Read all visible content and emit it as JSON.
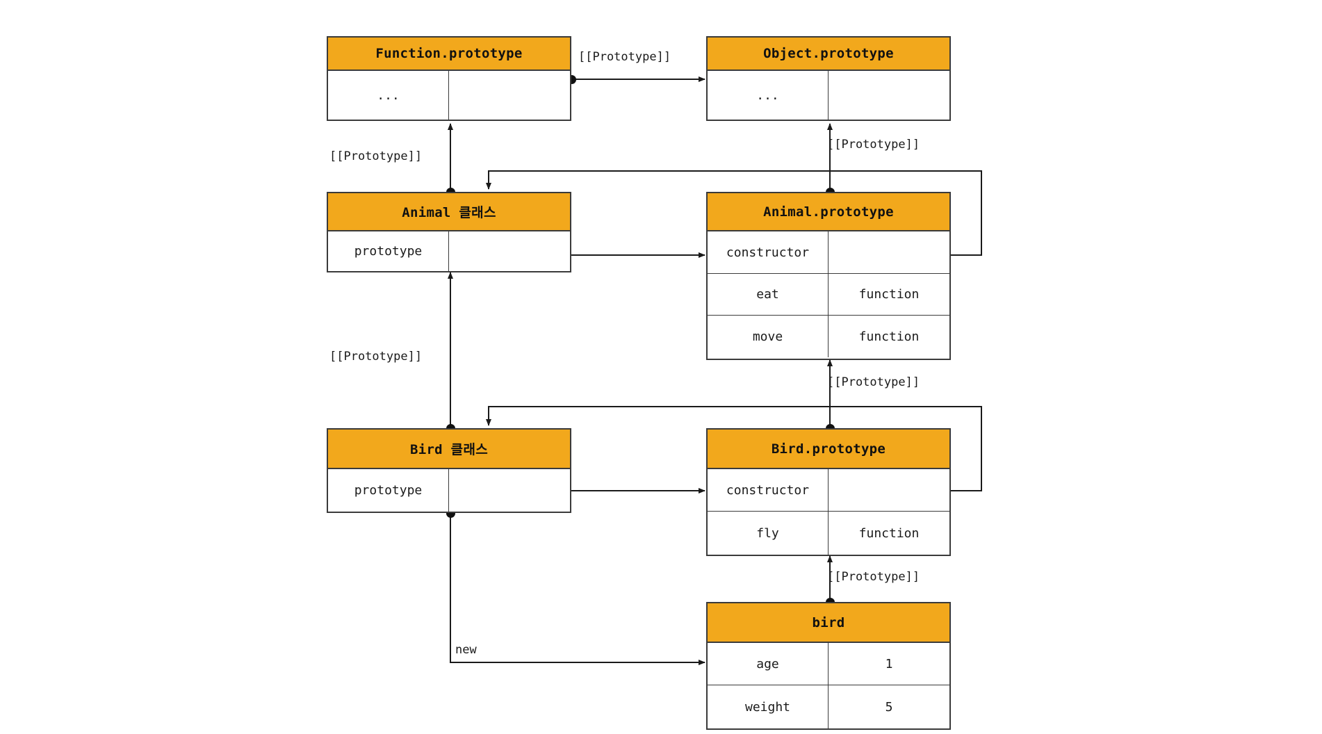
{
  "diagram": {
    "title": "JavaScript prototype chain diagram",
    "colors": {
      "header_fill": "#f2a81c",
      "border": "#3a3a3a",
      "text": "#1a1a1a",
      "line": "#1a1a1a"
    },
    "boxes": [
      {
        "id": "function-prototype",
        "title": "Function.prototype",
        "rows": [
          {
            "key": "...",
            "value": ""
          }
        ]
      },
      {
        "id": "object-prototype",
        "title": "Object.prototype",
        "rows": [
          {
            "key": "...",
            "value": ""
          }
        ]
      },
      {
        "id": "animal-class",
        "title": "Animal 클래스",
        "rows": [
          {
            "key": "prototype",
            "value": ""
          }
        ]
      },
      {
        "id": "animal-prototype",
        "title": "Animal.prototype",
        "rows": [
          {
            "key": "constructor",
            "value": ""
          },
          {
            "key": "eat",
            "value": "function"
          },
          {
            "key": "move",
            "value": "function"
          }
        ]
      },
      {
        "id": "bird-class",
        "title": "Bird 클래스",
        "rows": [
          {
            "key": "prototype",
            "value": ""
          }
        ]
      },
      {
        "id": "bird-prototype",
        "title": "Bird.prototype",
        "rows": [
          {
            "key": "constructor",
            "value": ""
          },
          {
            "key": "fly",
            "value": "function"
          }
        ]
      },
      {
        "id": "bird-instance",
        "title": "bird",
        "rows": [
          {
            "key": "age",
            "value": "1"
          },
          {
            "key": "weight",
            "value": "5"
          }
        ]
      }
    ],
    "edge_labels": {
      "function_to_object": "[[Prototype]]",
      "animal_class_to_function": "[[Prototype]]",
      "animal_proto_to_object": "[[Prototype]]",
      "bird_class_to_animal_class": "[[Prototype]]",
      "bird_proto_to_animal_proto": "[[Prototype]]",
      "bird_instance_to_bird_proto": "[[Prototype]]",
      "new_label": "new"
    }
  }
}
